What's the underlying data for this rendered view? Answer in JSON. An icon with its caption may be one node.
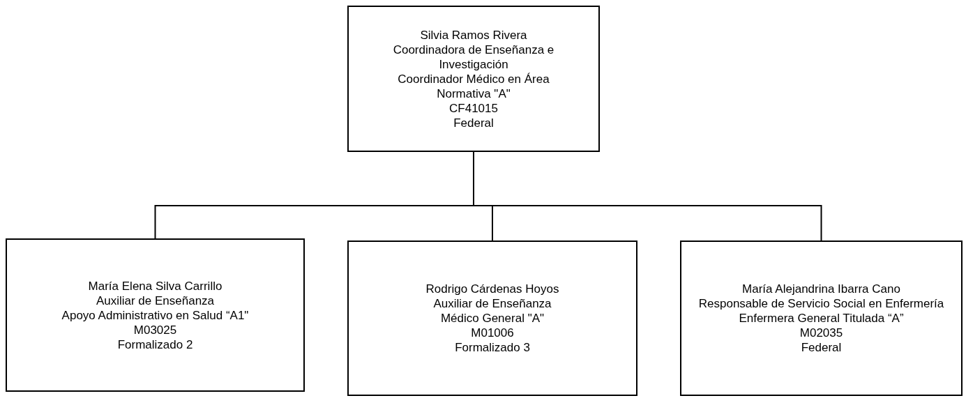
{
  "diagram": {
    "nodes": [
      {
        "text": [
          "Silvia Ramos Rivera",
          "Coordinadora de Enseñanza e Investigación",
          "Coordinador Médico en Área Normativa \"A\"",
          "CF41015",
          "Federal"
        ]
      },
      {
        "text": [
          "María Elena Silva Carrillo",
          "Auxiliar de Enseñanza",
          "Apoyo Administrativo en Salud “A1\"",
          "M03025",
          "Formalizado 2"
        ]
      },
      {
        "text": [
          "Rodrigo Cárdenas Hoyos",
          "Auxiliar de Enseñanza",
          "Médico General \"A\"",
          "M01006",
          "Formalizado 3"
        ]
      },
      {
        "text": [
          "María Alejandrina Ibarra Cano",
          "Responsable de Servicio Social en Enfermería",
          "Enfermera General Titulada “A”",
          "M02035",
          "Federal"
        ]
      }
    ],
    "edges": [
      {
        "from": 0,
        "to": 1,
        "arrow": "none"
      },
      {
        "from": 0,
        "to": 2,
        "arrow": "none"
      },
      {
        "from": 0,
        "to": 3,
        "arrow": "none"
      }
    ]
  }
}
